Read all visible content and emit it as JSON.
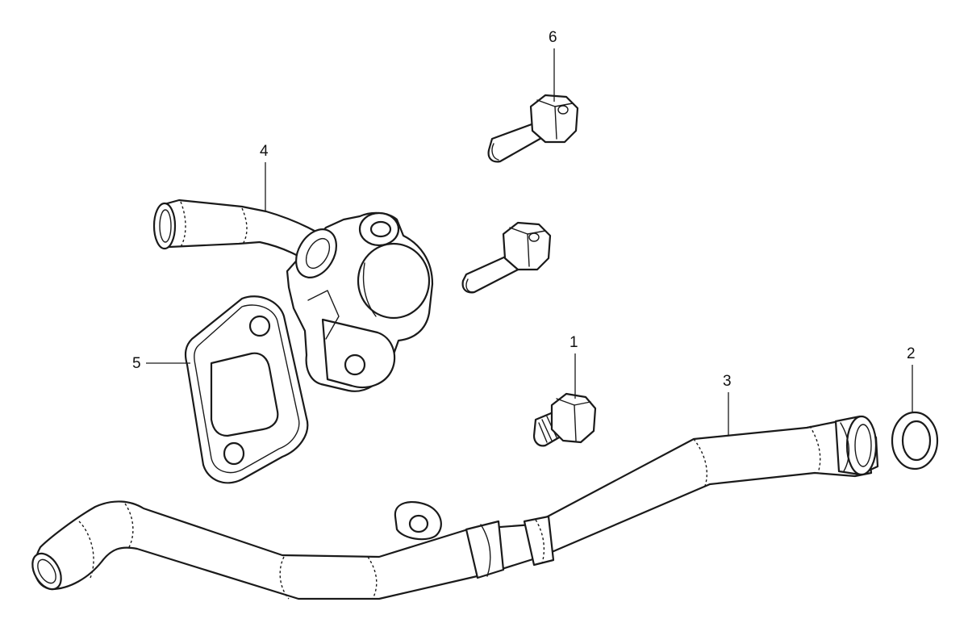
{
  "callouts": {
    "part_1": "1",
    "part_2": "2",
    "part_3": "3",
    "part_4": "4",
    "part_5": "5",
    "part_6": "6"
  },
  "colors": {
    "line": "#1a1a1a",
    "background": "#ffffff"
  }
}
